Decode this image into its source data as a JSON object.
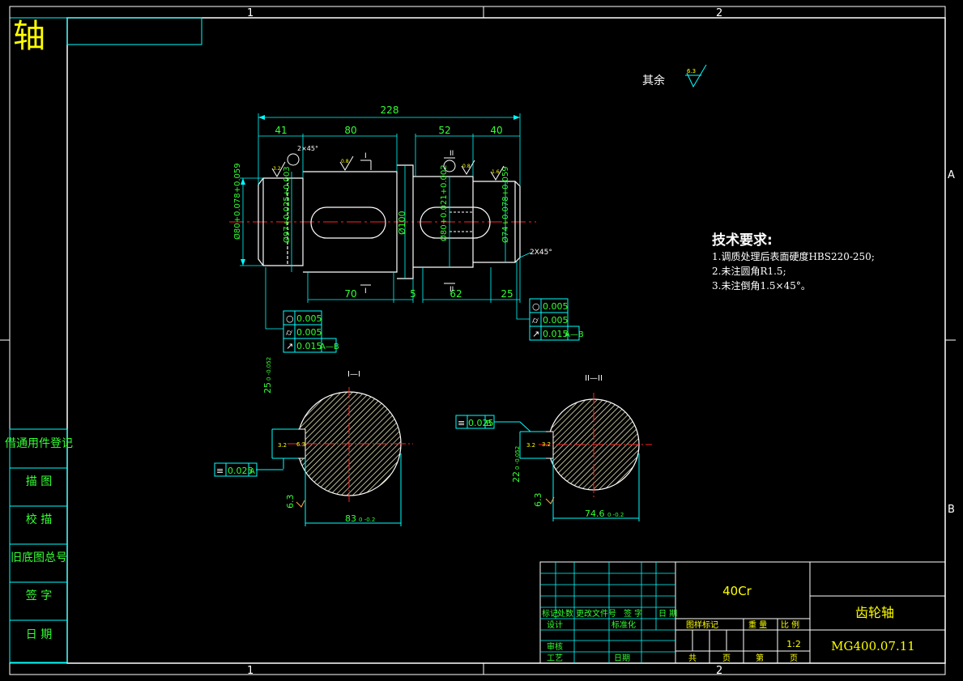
{
  "drawing": {
    "title_corner": "轴",
    "zone_numbers": {
      "top": [
        "1",
        "2"
      ],
      "bottom": [
        "1",
        "2"
      ],
      "right": [
        "A",
        "B"
      ]
    },
    "surface_rest_label": "其余",
    "surface_rest_value": "6.3",
    "tech_title": "技术要求:",
    "tech_notes": [
      "1.调质处理后表面硬度HBS220-250;",
      "2.未注圆角R1.5;",
      "3.未注倒角1.5×45°。"
    ],
    "dims_top": [
      "228",
      "41",
      "80",
      "52",
      "40"
    ],
    "dims_bottom": [
      "70",
      "5",
      "62",
      "25"
    ],
    "chamfer_left": "2×45°",
    "chamfer_right": "2X45°",
    "section_marks": [
      "I",
      "I",
      "II",
      "II"
    ],
    "dia_labels": [
      "Ø80+0.078+0.059",
      "Ø97+0.025+0.003",
      "Ø100",
      "Ø80+0.021+0.002",
      "Ø74+0.078+0.059"
    ],
    "roughness_vals": [
      "3.2",
      "0.8",
      "0.8",
      "1.6"
    ],
    "tol_left": [
      {
        "sym": "○",
        "val": "0.005"
      },
      {
        "sym": "⌭",
        "val": "0.005"
      },
      {
        "sym": "↗",
        "val": "0.015",
        "ref": "A—B"
      }
    ],
    "tol_right": [
      {
        "sym": "○",
        "val": "0.005"
      },
      {
        "sym": "⌭",
        "val": "0.005"
      },
      {
        "sym": "↗",
        "val": "0.015",
        "ref": "A—B"
      }
    ],
    "section1": {
      "label": "I—I",
      "width_dim": "25",
      "width_tol": "0 -0.052",
      "depth_dim": "83",
      "depth_tol": "0 -0.2",
      "roughness_a": "3.2",
      "roughness_b": "6.3",
      "roughness_c": "6.3",
      "sym_tol": {
        "sym": "≡",
        "val": "0.025",
        "ref": "A"
      }
    },
    "section2": {
      "label": "II—II",
      "width_dim": "22",
      "width_tol": "0 -0.052",
      "depth_dim": "74.6",
      "depth_tol": "0 -0.2",
      "roughness_a": "3.2",
      "roughness_b": "3.2",
      "roughness_c": "6.3",
      "sym_tol": {
        "sym": "≡",
        "val": "0.025",
        "ref": "B"
      }
    }
  },
  "side_panel": {
    "items": [
      "借通用件登记",
      "描 图",
      "校 描",
      "旧底图总号",
      "签 字",
      "日 期"
    ]
  },
  "title_block": {
    "material": "40Cr",
    "part_name": "齿轮轴",
    "drawing_no": "MG400.07.11",
    "scale": "1:2",
    "headers_row1": [
      "标记",
      "处数",
      "更改文件号",
      "签 字",
      "日 期"
    ],
    "label_design": "设计",
    "label_standard": "标准化",
    "label_review": "审核",
    "label_process": "工艺",
    "label_date": "日期",
    "stage_header": [
      "图样标记",
      "重 量",
      "比 例"
    ],
    "sheet_labels": [
      "共",
      "页",
      "第",
      "页"
    ]
  }
}
